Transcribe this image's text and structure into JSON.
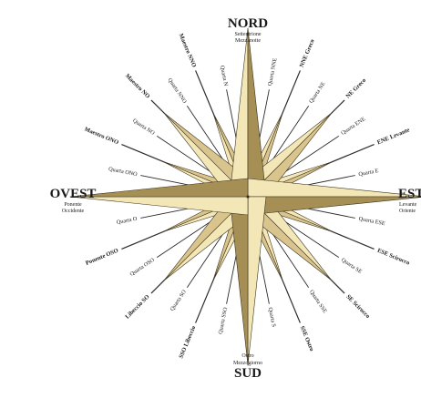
{
  "title": "",
  "colors": {
    "star_light": "#f3e7b8",
    "star_mid": "#d8c48c",
    "star_dark": "#a58f55",
    "ray": "#2b2b2b",
    "outline": "#3d3420"
  },
  "cardinals": {
    "north": {
      "name": "NORD",
      "sub1": "Settentrione",
      "sub2": "Mezzanotte"
    },
    "south": {
      "name": "SUD",
      "sub1": "Ostro",
      "sub2": "Mezzogiorno"
    },
    "west": {
      "name": "OVEST",
      "sub1": "Ponente",
      "sub2": "Occidente"
    },
    "east": {
      "name": "EST",
      "sub1": "Levante",
      "sub2": "Oriente"
    }
  },
  "rays": [
    {
      "label": "Quarta NNE"
    },
    {
      "label": "NNE Greco"
    },
    {
      "label": "Quarta NE"
    },
    {
      "label": "NE Greco"
    },
    {
      "label": "Quarta ENE"
    },
    {
      "label": "ENE Levante"
    },
    {
      "label": "Quarta E"
    },
    {
      "label": "Quarta ESE"
    },
    {
      "label": "ESE Scirocco"
    },
    {
      "label": "Quarta SE"
    },
    {
      "label": "SE Scirocco"
    },
    {
      "label": "Quarta SSE"
    },
    {
      "label": "SSE Ostro"
    },
    {
      "label": "Quarta S"
    },
    {
      "label": "Quarta SSO"
    },
    {
      "label": "SSO Libeccio"
    },
    {
      "label": "Quarta SO"
    },
    {
      "label": "Libeccio SO"
    },
    {
      "label": "Quarta OSO"
    },
    {
      "label": "Ponente OSO"
    },
    {
      "label": "Quarta O"
    },
    {
      "label": "Quarta ONO"
    },
    {
      "label": "Maestro ONO"
    },
    {
      "label": "Quarta NO"
    },
    {
      "label": "Maestro NO"
    },
    {
      "label": "Quarta NNO"
    },
    {
      "label": "Maestro NNO"
    },
    {
      "label": "Quarta N"
    }
  ]
}
